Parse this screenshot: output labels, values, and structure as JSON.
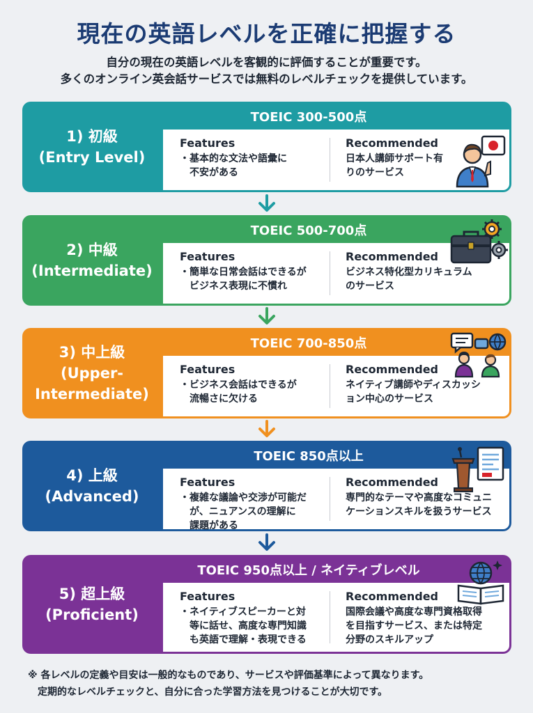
{
  "title": "現在の英語レベルを正確に把握する",
  "subtitle_line1": "自分の現在の英語レベルを客観的に評価することが重要です。",
  "subtitle_line2": "多くのオンライン英会話サービスでは無料のレベルチェックを提供しています。",
  "colors": {
    "level1": "#1e9ca3",
    "level2": "#3aa55f",
    "level3": "#f0901f",
    "level4": "#1d5a9c",
    "level5": "#7b3296",
    "arrow1": "#1e9ca3",
    "arrow2": "#3aa55f",
    "arrow3": "#f0901f",
    "arrow4": "#1d5a9c"
  },
  "levels": [
    {
      "range": "TOEIC 300-500点",
      "name_line1": "1) 初級",
      "name_line2": "(Entry Level)",
      "features_label": "Features",
      "features_line1": "・基本的な文法や語彙に",
      "features_line2": "　不安がある",
      "recommended_label": "Recommended",
      "recommended_line1": "日本人講師サポート有",
      "recommended_line2": "りのサービス",
      "icon": "teacher-icon"
    },
    {
      "range": "TOEIC 500-700点",
      "name_line1": "2) 中級",
      "name_line2": "(Intermediate)",
      "features_label": "Features",
      "features_line1": "・簡単な日常会話はできるが",
      "features_line2": "　ビジネス表現に不慣れ",
      "recommended_label": "Recommended",
      "recommended_line1": "ビジネス特化型カリキュラム",
      "recommended_line2": "のサービス",
      "icon": "briefcase-gears-icon"
    },
    {
      "range": "TOEIC 700-850点",
      "name_line1": "3) 中上級",
      "name_line2": "(Upper-",
      "name_line3": "Intermediate)",
      "features_label": "Features",
      "features_line1": "・ビジネス会話はできるが",
      "features_line2": "　流暢さに欠ける",
      "recommended_label": "Recommended",
      "recommended_line1": "ネイティブ講師やディスカッシ",
      "recommended_line2": "ョン中心のサービス",
      "icon": "discussion-icon"
    },
    {
      "range": "TOEIC 850点以上",
      "name_line1": "4) 上級",
      "name_line2": "(Advanced)",
      "features_label": "Features",
      "features_line1": "・複雑な議論や交渉が可能だ",
      "features_line2": "　が、ニュアンスの理解に",
      "features_line3": "　課題がある",
      "recommended_label": "Recommended",
      "recommended_line1": "専門的なテーマや高度なコミュニ",
      "recommended_line2": "ケーションスキルを扱うサービス",
      "icon": "podium-document-icon"
    },
    {
      "range": "TOEIC 950点以上 / ネイティブレベル",
      "name_line1": "5) 超上級",
      "name_line2": "(Proficient)",
      "features_label": "Features",
      "features_line1": "・ネイティブスピーカーと対",
      "features_line2": "　等に話せ、高度な専門知識",
      "features_line3": "　も英語で理解・表現できる",
      "recommended_label": "Recommended",
      "recommended_line1": "国際会議や高度な専門資格取得",
      "recommended_line2": "を目指すサービス、または特定",
      "recommended_line3": "分野のスキルアップ",
      "icon": "globe-book-icon"
    }
  ],
  "note_line1": "※ 各レベルの定義や目安は一般的なものであり、サービスや評価基準によって異なります。",
  "note_line2": "　定期的なレベルチェックと、自分に合った学習方法を見つけることが大切です。"
}
